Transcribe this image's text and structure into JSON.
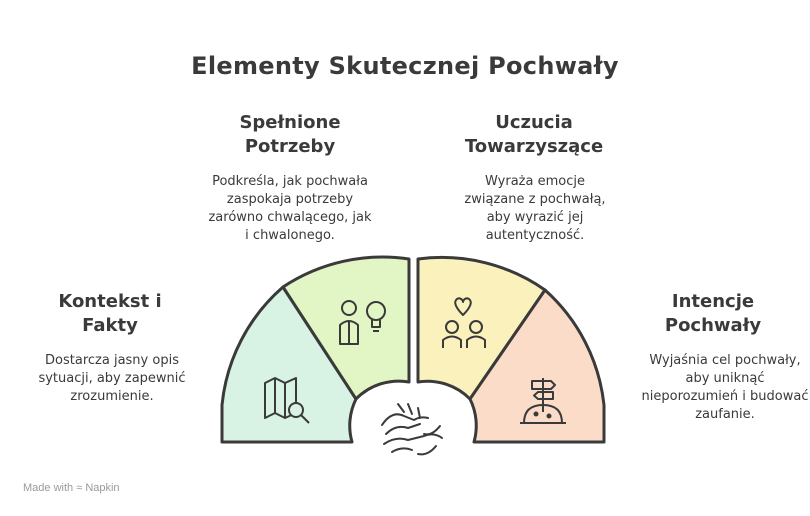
{
  "title": "Elementy Skutecznej Pochwały",
  "segments": [
    {
      "heading": "Kontekst i Fakty",
      "description": "Dostarcza jasny opis sytuacji, aby zapewnić zrozumienie.",
      "color": "#d8f3e4",
      "icon": "map-search-icon"
    },
    {
      "heading": "Spełnione Potrzeby",
      "description": "Podkreśla, jak pochwała zaspokaja potrzeby zarówno chwalącego, jak i chwalonego.",
      "color": "#e2f5c4",
      "icon": "person-lightbulb-icon"
    },
    {
      "heading": "Uczucia Towarzyszące",
      "description": "Wyraża emocje związane z pochwałą, aby wyrazić jej autentyczność.",
      "color": "#fbf1bd",
      "icon": "couple-heart-icon"
    },
    {
      "heading": "Intencje Pochwały",
      "description": "Wyjaśnia cel pochwały, aby uniknąć nieporozumień i budować zaufanie.",
      "color": "#fbdcc8",
      "icon": "signpost-icon"
    }
  ],
  "center_icon": "handshake-icon",
  "footer": {
    "made_with": "Made with",
    "brand": "Napkin"
  }
}
